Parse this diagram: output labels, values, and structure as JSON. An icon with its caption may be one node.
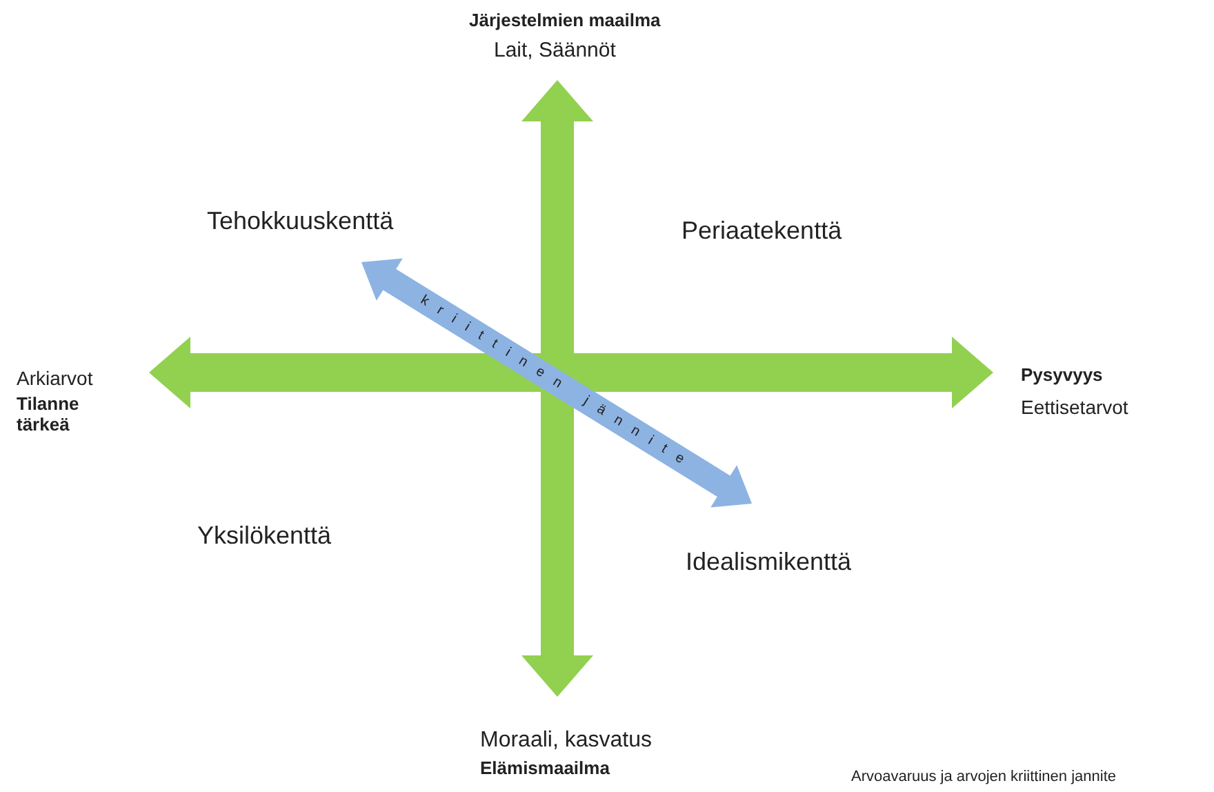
{
  "diagram": {
    "caption": "Arvoavaruus ja arvojen kriittinen jannite",
    "labels": [
      "Järjestelmien maailma",
      "Lait, Säännöt",
      "Tehokkuuskenttä",
      "Periaatekenttä",
      "kriittinen jännite",
      "Arkiarvot",
      "Tilanne tärkeä",
      "Pysyvyys",
      "Eettisetarvot",
      "Yksilökenttä",
      "Idealismikenttä",
      "Moraali, kasvatus",
      "Elämismaailma"
    ]
  }
}
